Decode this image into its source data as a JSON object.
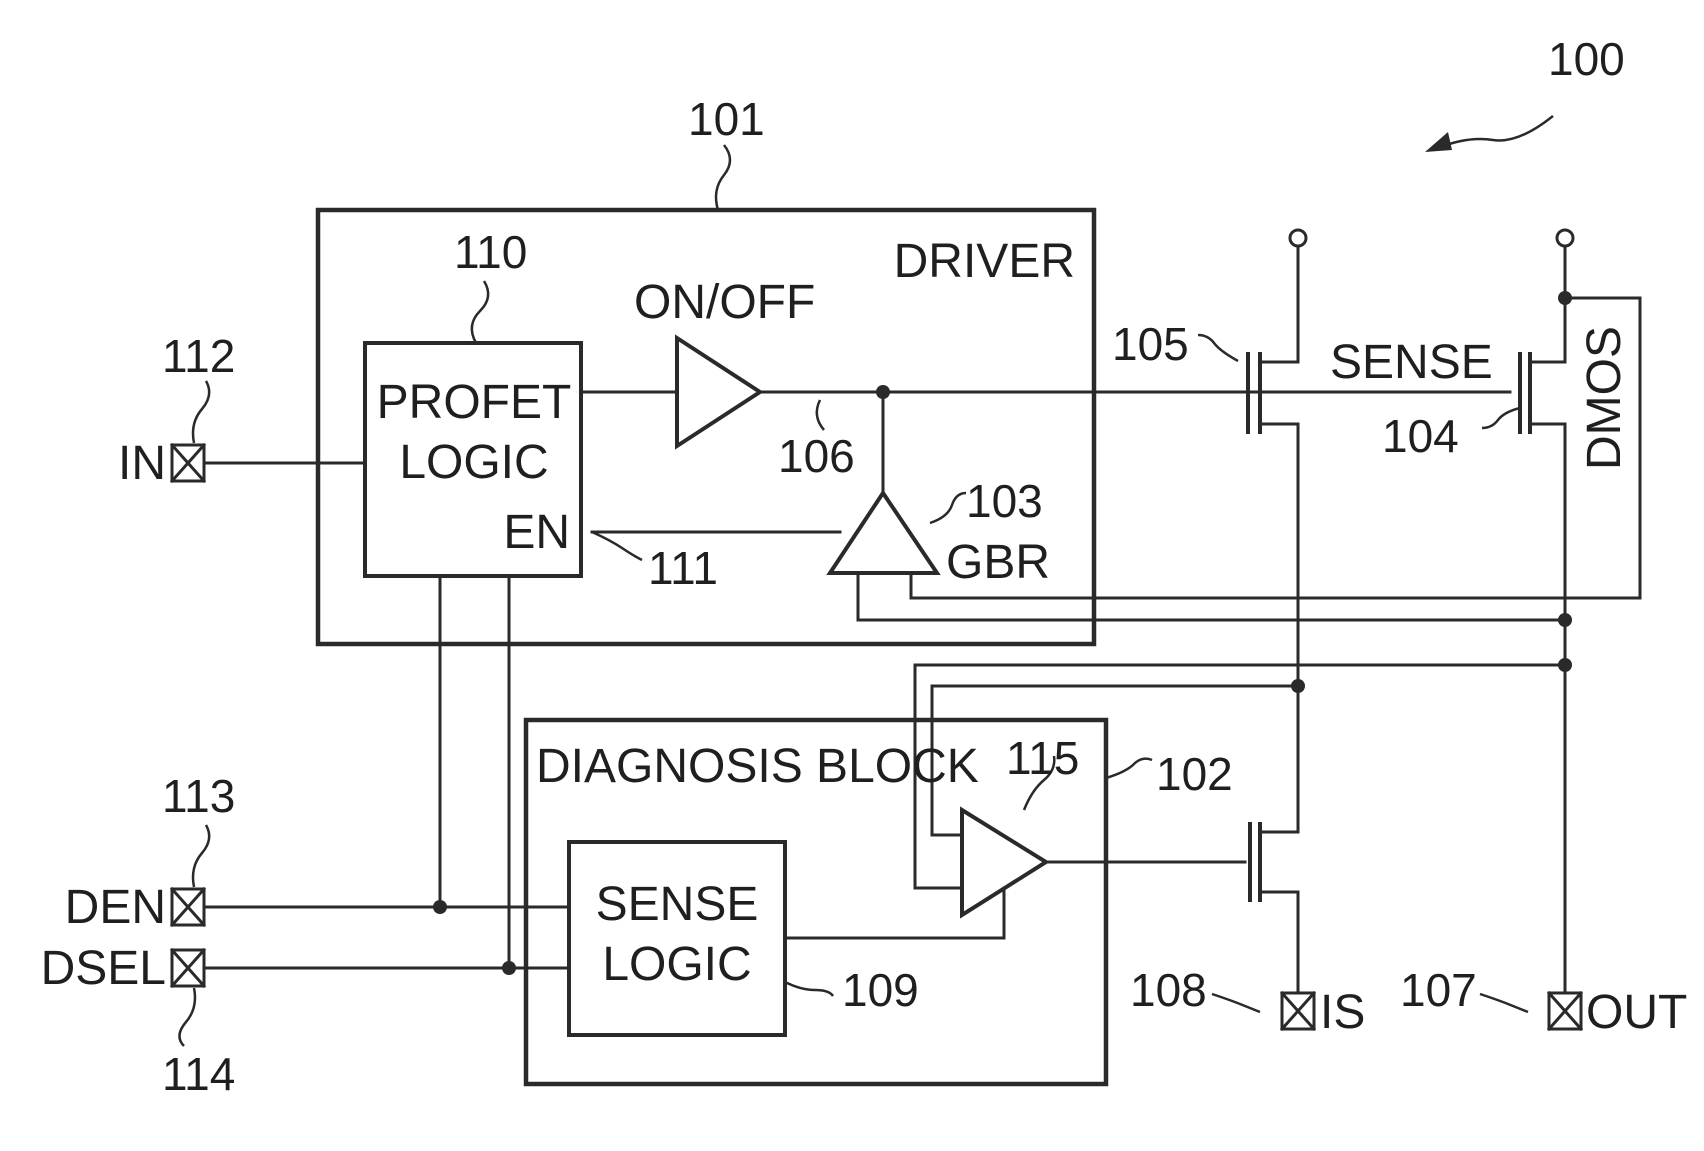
{
  "labels": {
    "driver_title": "DRIVER",
    "diagnosis_title": "DIAGNOSIS BLOCK",
    "profet_line1": "PROFET",
    "profet_line2": "LOGIC",
    "en": "EN",
    "on_off": "ON/OFF",
    "gbr": "GBR",
    "sense": "SENSE",
    "dmos": "DMOS",
    "sense_logic_line1": "SENSE",
    "sense_logic_line2": "LOGIC",
    "pin_in": "IN",
    "pin_den": "DEN",
    "pin_dsel": "DSEL",
    "pin_is": "IS",
    "pin_out": "OUT"
  },
  "refs": {
    "r100": "100",
    "r101": "101",
    "r102": "102",
    "r103": "103",
    "r104": "104",
    "r105": "105",
    "r106": "106",
    "r107": "107",
    "r108": "108",
    "r109": "109",
    "r110": "110",
    "r111": "111",
    "r112": "112",
    "r113": "113",
    "r114": "114",
    "r115": "115"
  }
}
